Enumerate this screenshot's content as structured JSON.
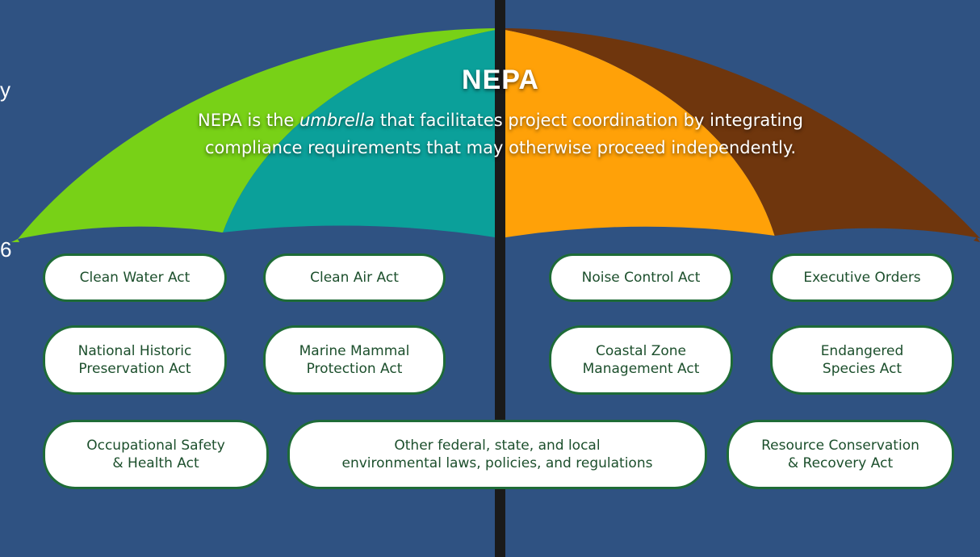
{
  "edge_fragments": [
    "y",
    "6"
  ],
  "title": "NEPA",
  "description": {
    "part1": "NEPA is the ",
    "emphasis": "umbrella",
    "part2": " that facilitates project coordination by integrating compliance requirements that may otherwise proceed independently."
  },
  "colors": {
    "background": "#2f5282",
    "panel_green": "#78d117",
    "panel_teal": "#0ba09a",
    "panel_orange": "#ffa108",
    "panel_brown": "#6f360d",
    "shaft": "#1a1a1a",
    "pill_border": "#1e6b37",
    "pill_text": "#1c4f2c"
  },
  "laws": {
    "row1": [
      "Clean Water Act",
      "Clean Air Act",
      "Noise Control Act",
      "Executive Orders"
    ],
    "row2": [
      [
        "National Historic",
        "Preservation Act"
      ],
      [
        "Marine Mammal",
        "Protection Act"
      ],
      [
        "Coastal Zone",
        "Management Act"
      ],
      [
        "Endangered",
        "Species Act"
      ]
    ],
    "row3": [
      [
        "Occupational Safety",
        "& Health Act"
      ],
      [
        "Other federal, state, and local",
        "environmental laws, policies, and regulations"
      ],
      [
        "Resource Conservation",
        "& Recovery Act"
      ]
    ]
  }
}
